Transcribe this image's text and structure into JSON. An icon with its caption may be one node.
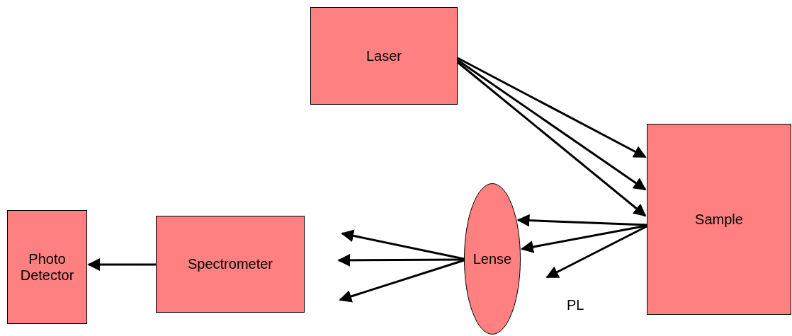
{
  "diagram": {
    "nodes": [
      {
        "text": [
          "Laser"
        ]
      },
      {
        "text": [
          "Sample"
        ]
      },
      {
        "text": [
          "Lense"
        ]
      },
      {
        "text": [
          "Spectrometer"
        ]
      },
      {
        "text": [
          "Photo Detector"
        ]
      }
    ],
    "edges": [
      {
        "from": 0,
        "to": 1,
        "arrow": "to"
      },
      {
        "from": 0,
        "to": 1,
        "arrow": "to"
      },
      {
        "from": 0,
        "to": 1,
        "arrow": "to"
      },
      {
        "from": 1,
        "to": 2,
        "arrow": "to"
      },
      {
        "from": 1,
        "to": 2,
        "arrow": "to"
      },
      {
        "from": 1,
        "to": null,
        "arrow": "to"
      },
      {
        "from": 2,
        "to": null,
        "arrow": "to"
      },
      {
        "from": 2,
        "to": null,
        "arrow": "to"
      },
      {
        "from": 2,
        "to": null,
        "arrow": "to"
      },
      {
        "from": 3,
        "to": 4,
        "arrow": "to"
      }
    ],
    "labels": [
      "PL"
    ]
  }
}
